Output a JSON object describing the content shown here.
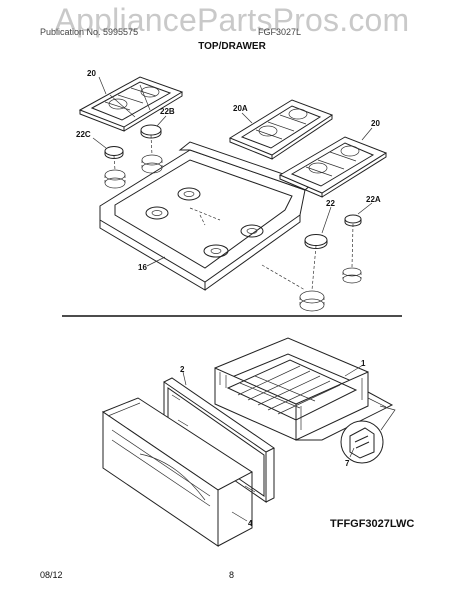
{
  "watermark": "AppliancePartsPros.com",
  "header": {
    "publication": "Publication No. 5995575",
    "model": "FGF3027L",
    "title": "TOP/DRAWER"
  },
  "callouts": {
    "grate_left": "20",
    "burner_cap_22b": "22B",
    "burner_cap_22c": "22C",
    "grate_20a": "20A",
    "grate_right": "20",
    "burner_cap_22": "22",
    "burner_cap_22a": "22A",
    "cooktop": "16",
    "drawer": "1",
    "drawer_panel": "2",
    "drawer_front": "4",
    "glide": "7"
  },
  "model_label": "TFFGF3027LWC",
  "footer": {
    "date": "08/12",
    "page": "8"
  }
}
